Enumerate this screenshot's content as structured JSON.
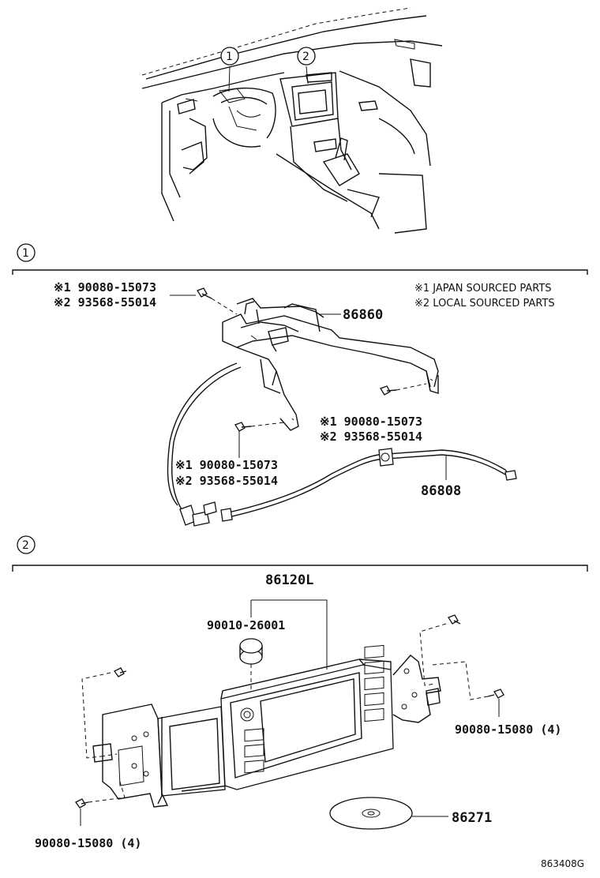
{
  "callouts": [
    "1",
    "2"
  ],
  "legend": {
    "line1": "※1 JAPAN SOURCED PARTS",
    "line2": "※2 LOCAL SOURCED PARTS"
  },
  "section1": {
    "bolt_a": {
      "p1": "※1 90080-15073",
      "p2": "※2 93568-55014"
    },
    "bolt_b": {
      "p1": "※1 90080-15073",
      "p2": "※2 93568-55014"
    },
    "bolt_c": {
      "p1": "※1 90080-15073",
      "p2": "※2 93568-55014"
    },
    "bracket": "86860",
    "cable": "86808"
  },
  "section2": {
    "unit": "86120L",
    "cap": "90010-26001",
    "screws_right": "90080-15080 (4)",
    "screws_left": "90080-15080 (4)",
    "disc": "86271"
  },
  "figure_code": "863408G"
}
